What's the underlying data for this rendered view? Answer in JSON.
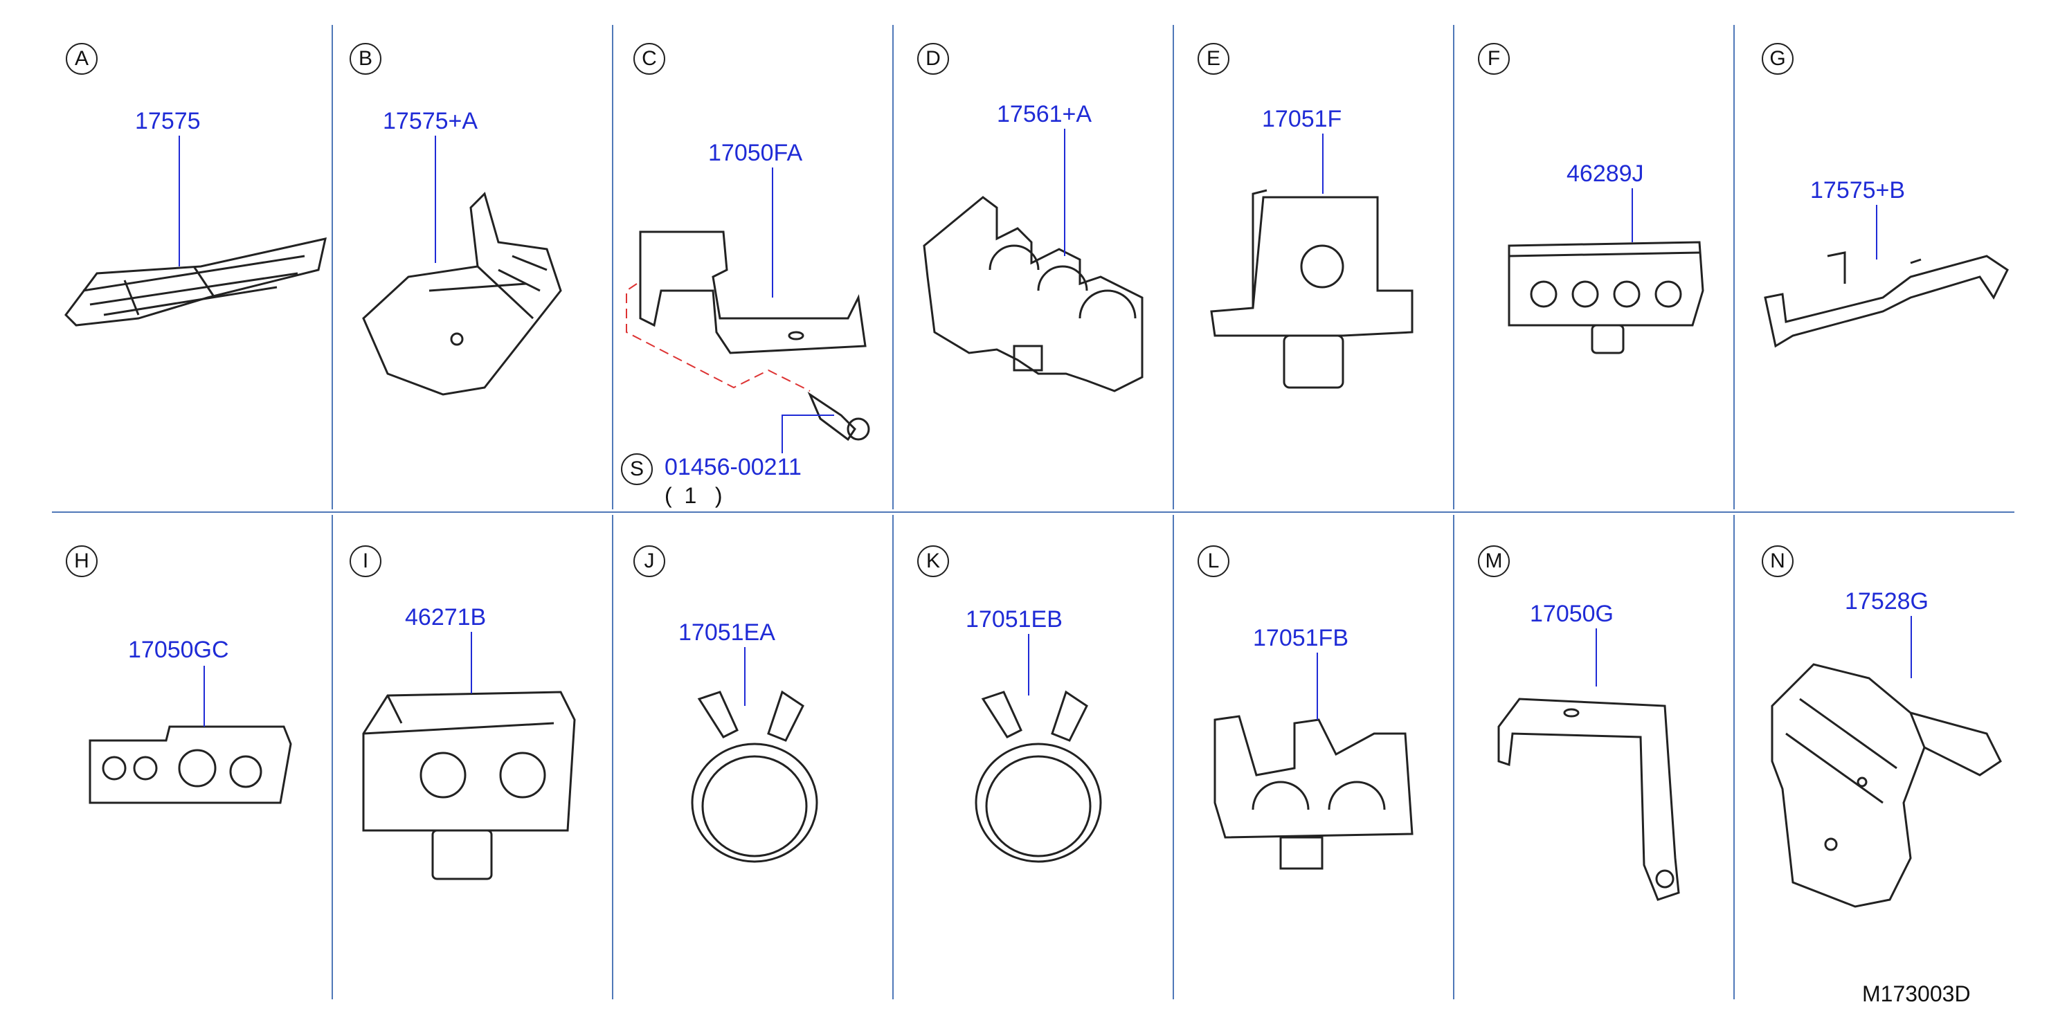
{
  "drawing_code": "M173003D",
  "separator_color": "#4f78b8",
  "label_color": "#1f2bd6",
  "sections": [
    {
      "letter": "A",
      "part": "17575",
      "icon": "fuel-tube-assembly-icon"
    },
    {
      "letter": "B",
      "part": "17575+A",
      "icon": "tube-bracket-assembly-icon"
    },
    {
      "letter": "C",
      "part": "17050FA",
      "icon": "bracket-icon"
    },
    {
      "letter": "D",
      "part": "17561+A",
      "icon": "multi-clip-icon"
    },
    {
      "letter": "E",
      "part": "17051F",
      "icon": "block-clip-icon"
    },
    {
      "letter": "F",
      "part": "46289J",
      "icon": "four-hole-clip-icon"
    },
    {
      "letter": "G",
      "part": "17575+B",
      "icon": "tube-rod-icon"
    },
    {
      "letter": "H",
      "part": "17050GC",
      "icon": "four-hole-plate-clip-icon"
    },
    {
      "letter": "I",
      "part": "46271B",
      "icon": "two-hole-block-clip-icon"
    },
    {
      "letter": "J",
      "part": "17051EA",
      "icon": "ring-clamp-icon"
    },
    {
      "letter": "K",
      "part": "17051EB",
      "icon": "ring-clamp-icon"
    },
    {
      "letter": "L",
      "part": "17051FB",
      "icon": "double-u-clip-icon"
    },
    {
      "letter": "M",
      "part": "17050G",
      "icon": "l-bracket-icon"
    },
    {
      "letter": "N",
      "part": "17528G",
      "icon": "canister-bracket-icon"
    }
  ],
  "screw": {
    "letter": "S",
    "part": "01456-00211",
    "qty_open": "(",
    "qty": "1",
    "qty_close": ")",
    "icon": "bolt-icon"
  }
}
